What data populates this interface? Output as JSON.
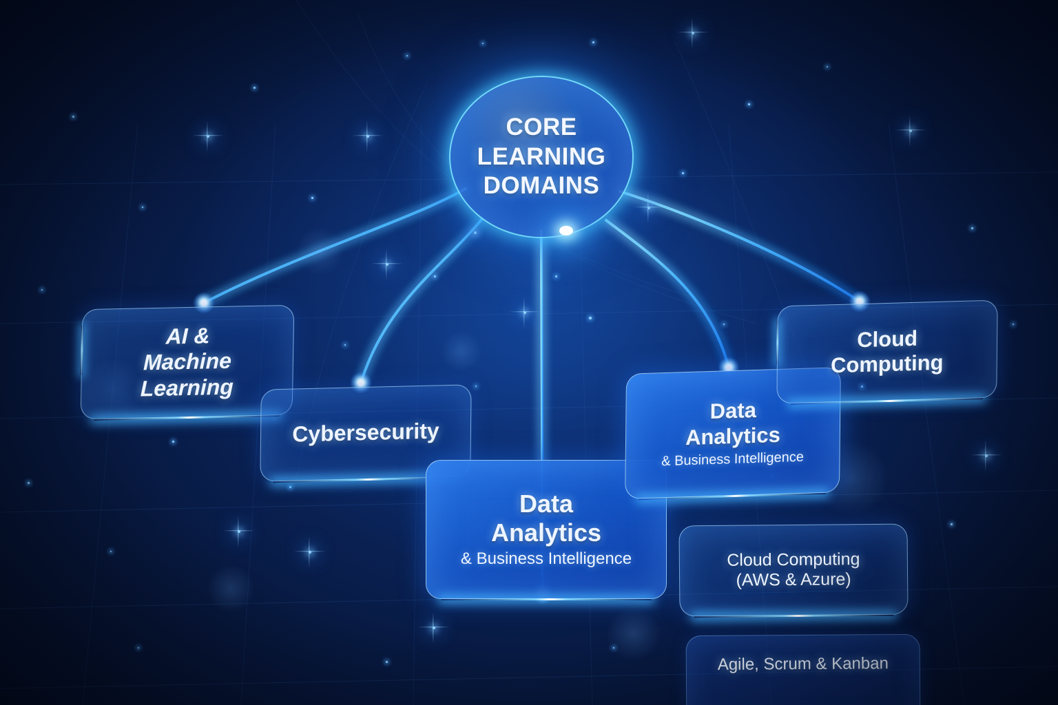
{
  "diagram": {
    "title": "Core Learning Domains network diagram",
    "center": {
      "label_line1": "CORE",
      "label_line2": "LEARNING",
      "label_line3": "DOMAINS",
      "full_label": "CORE LEARNING DOMAINS"
    },
    "nodes": [
      {
        "id": "ai-machine-learning",
        "title": "AI &\nMachine\nLearning",
        "line1": "AI &",
        "line2": "Machine",
        "line3": "Learning",
        "subtitle": "",
        "style": "glass"
      },
      {
        "id": "cybersecurity",
        "title": "Cybersecurity",
        "line1": "Cybersecurity",
        "subtitle": "",
        "style": "glass"
      },
      {
        "id": "data-analytics-center",
        "title": "Data Analytics",
        "line1": "Data",
        "line2": "Analytics",
        "subtitle": "& Business Intelligence",
        "style": "solid"
      },
      {
        "id": "data-analytics-right",
        "title": "Data Analytics",
        "line1": "Data",
        "line2": "Analytics",
        "subtitle": "& Business Intelligence",
        "style": "solid"
      },
      {
        "id": "cloud-computing",
        "title": "Cloud Computing",
        "line1": "Cloud",
        "line2": "Computing",
        "subtitle": "",
        "style": "glass"
      },
      {
        "id": "cloud-computing-aws-azure",
        "title": "Cloud Computing (AWS & Azure)",
        "line1": "Cloud Computing",
        "line2": "(AWS & Azure)",
        "subtitle": "",
        "style": "glass"
      },
      {
        "id": "agile-scrum-kanban",
        "title": "Agile, Scrum & Kanban",
        "line1": "Agile, Scrum & Kanban",
        "subtitle": "",
        "style": "dim"
      }
    ],
    "colors": {
      "background_deep": "#020817",
      "background_mid": "#0a2152",
      "background_glow": "#1a5cc6",
      "accent_cyan": "#6ae0ff",
      "accent_blue": "#1f7cf0",
      "node_fill": "#1756c8",
      "text_primary": "#eef5ff"
    }
  }
}
